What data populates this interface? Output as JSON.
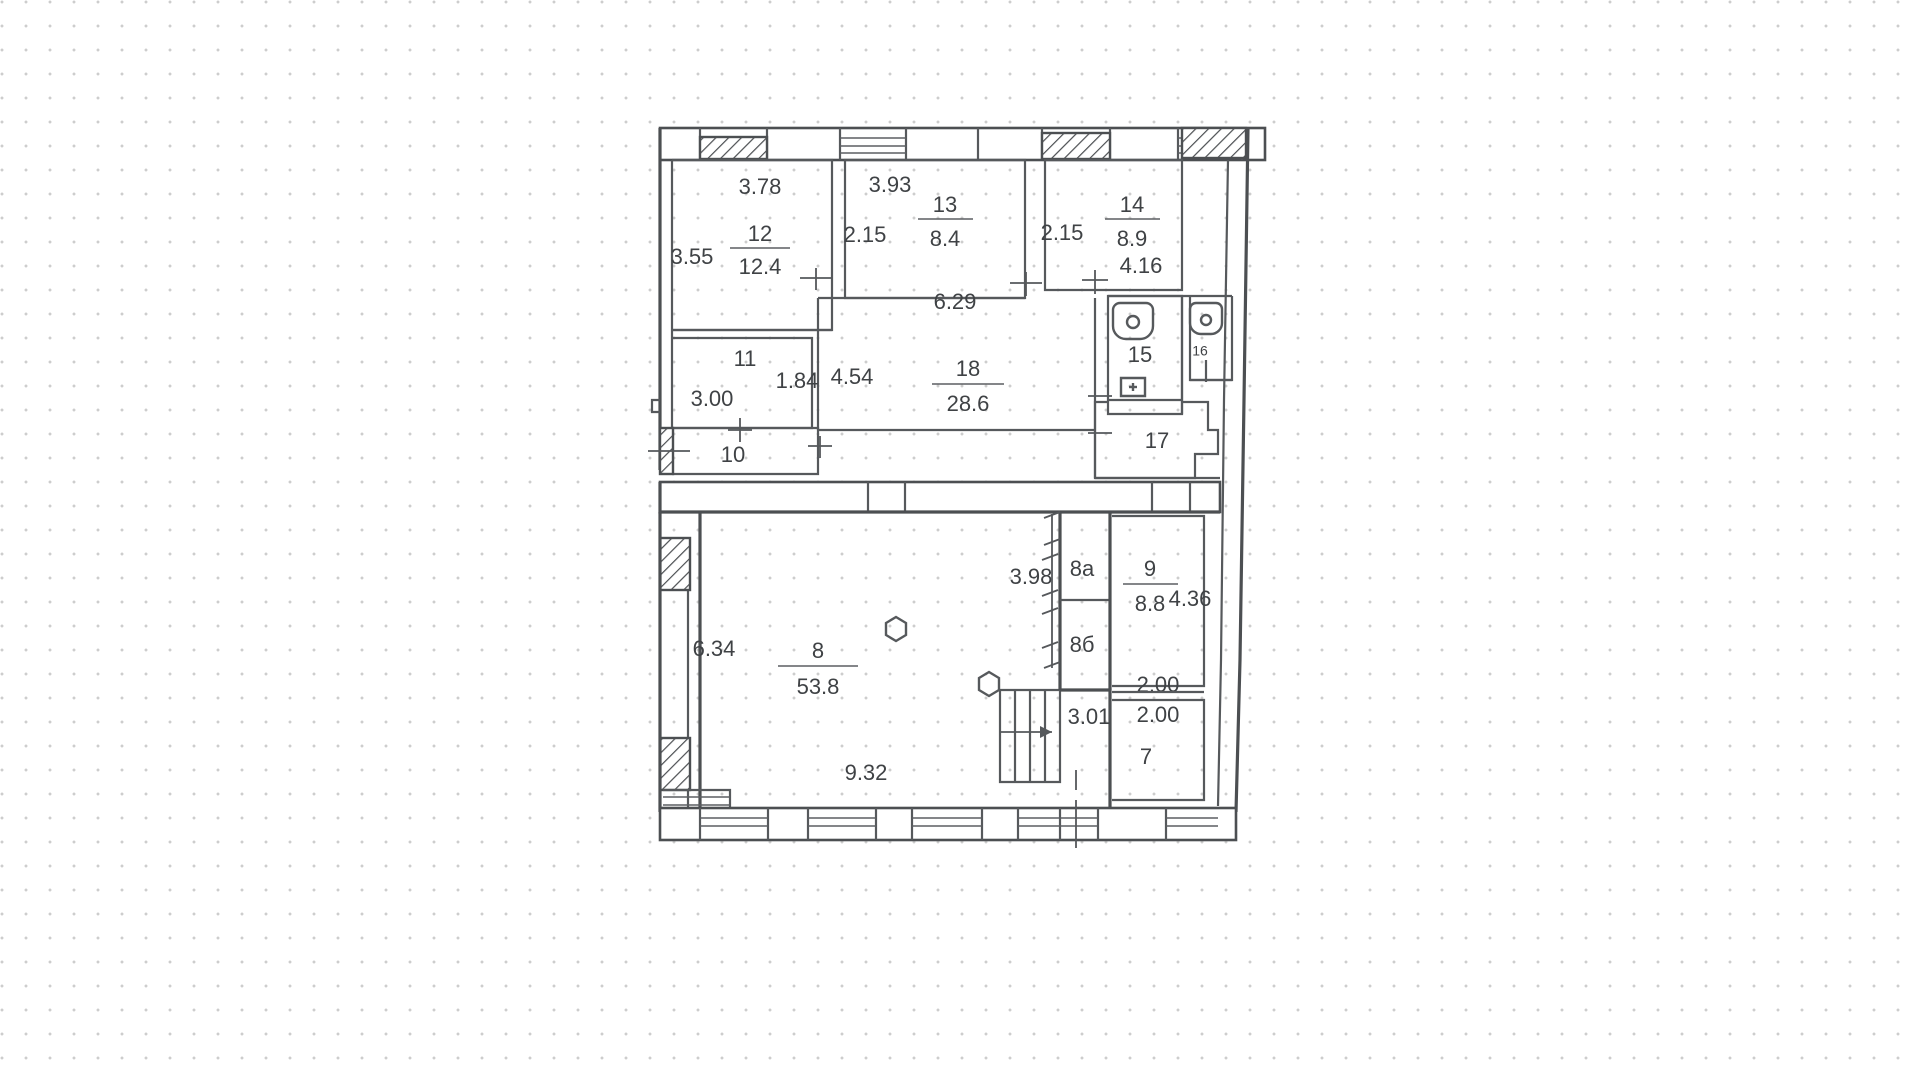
{
  "document": {
    "type": "architectural-floor-plan",
    "background": "dotted-grid",
    "line_color": "#4c4f52",
    "background_color": "#ffffff",
    "dot_color": "#cdcdcd"
  },
  "rooms": [
    {
      "id": "room-12",
      "number": "12",
      "area": "12.4"
    },
    {
      "id": "room-13",
      "number": "13",
      "area": "8.4"
    },
    {
      "id": "room-14",
      "number": "14",
      "area": "8.9"
    },
    {
      "id": "room-11",
      "number": "11",
      "area": ""
    },
    {
      "id": "room-10",
      "number": "10",
      "area": ""
    },
    {
      "id": "room-18",
      "number": "18",
      "area": "28.6"
    },
    {
      "id": "room-15",
      "number": "15",
      "area": ""
    },
    {
      "id": "room-16",
      "number": "16",
      "area": ""
    },
    {
      "id": "room-17",
      "number": "17",
      "area": ""
    },
    {
      "id": "room-8",
      "number": "8",
      "area": "53.8"
    },
    {
      "id": "room-8a",
      "number": "8a",
      "area": ""
    },
    {
      "id": "room-8b",
      "number": "8б",
      "area": ""
    },
    {
      "id": "room-9",
      "number": "9",
      "area": "8.8"
    },
    {
      "id": "room-7",
      "number": "7",
      "area": ""
    }
  ],
  "dimensions": {
    "d_3_78": "3.78",
    "d_3_93": "3.93",
    "d_3_55": "3.55",
    "d_2_15_left": "2.15",
    "d_2_15_right": "2.15",
    "d_4_16": "4.16",
    "d_6_29": "6.29",
    "d_4_54": "4.54",
    "d_1_84": "1.84",
    "d_3_00": "3.00",
    "d_6_34": "6.34",
    "d_9_32": "9.32",
    "d_3_98": "3.98",
    "d_3_01": "3.01",
    "d_4_36": "4.36",
    "d_2_00_upper": "2.00",
    "d_2_00_lower": "2.00"
  },
  "labels": {
    "room_12_num": "12",
    "room_12_area": "12.4",
    "room_13_num": "13",
    "room_13_area": "8.4",
    "room_14_num": "14",
    "room_14_area": "8.9",
    "room_18_num": "18",
    "room_18_area": "28.6",
    "room_8_num": "8",
    "room_8_area": "53.8",
    "room_9_num": "9",
    "room_9_area": "8.8",
    "room_11": "11",
    "room_10": "10",
    "room_15": "15",
    "room_16": "16",
    "room_17": "17",
    "room_7": "7",
    "room_8a": "8a",
    "room_8b": "8б"
  }
}
